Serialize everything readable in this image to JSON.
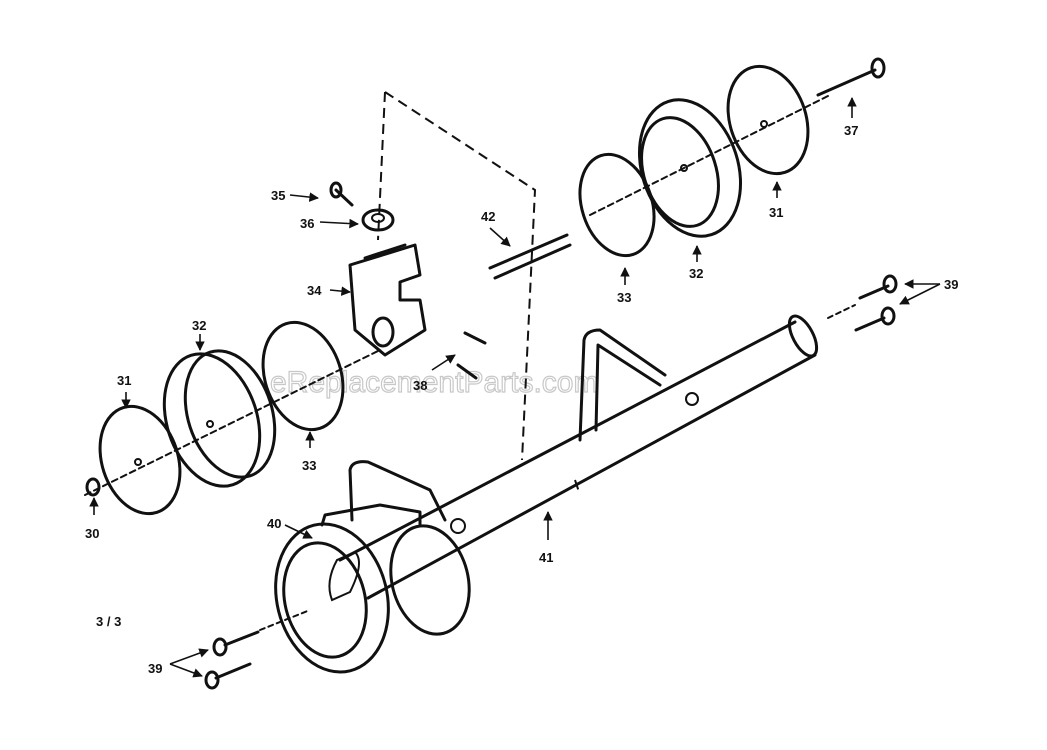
{
  "watermark": "eReplacementParts.com",
  "page_code": "3 / 3",
  "callouts": {
    "c30": "30",
    "c31_left": "31",
    "c32_left": "32",
    "c33_left": "33",
    "c34": "34",
    "c35": "35",
    "c36": "36",
    "c38": "38",
    "c42": "42",
    "c33_right": "33",
    "c32_right": "32",
    "c31_right": "31",
    "c37": "37",
    "c39_right": "39",
    "c39_left": "39",
    "c40": "40",
    "c41": "41"
  }
}
